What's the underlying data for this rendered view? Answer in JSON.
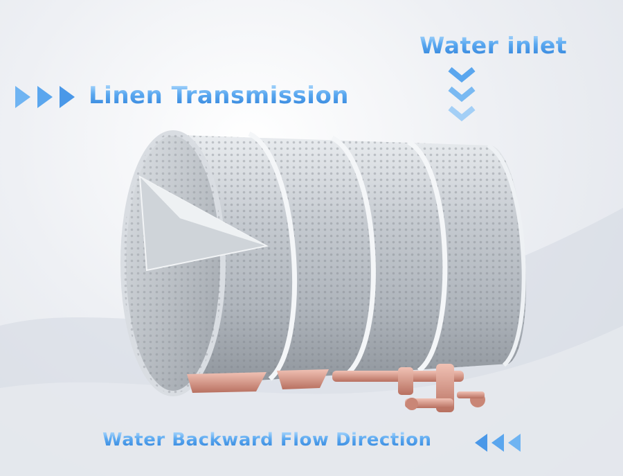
{
  "labels": {
    "linen_transmission": "Linen Transmission",
    "water_inlet": "Water inlet",
    "water_backward_flow": "Water Backward Flow Direction"
  },
  "icons": {
    "linen_direction": "triple-chevron-right-icon",
    "water_inlet_direction": "triple-chevron-down-icon",
    "backflow_direction": "triple-chevron-left-icon"
  },
  "colors": {
    "label_blue": "#3a8fe0",
    "arrow_blue": "#6fb4f2",
    "steel": "#c8cdd3",
    "copper": "#d79a8c"
  }
}
